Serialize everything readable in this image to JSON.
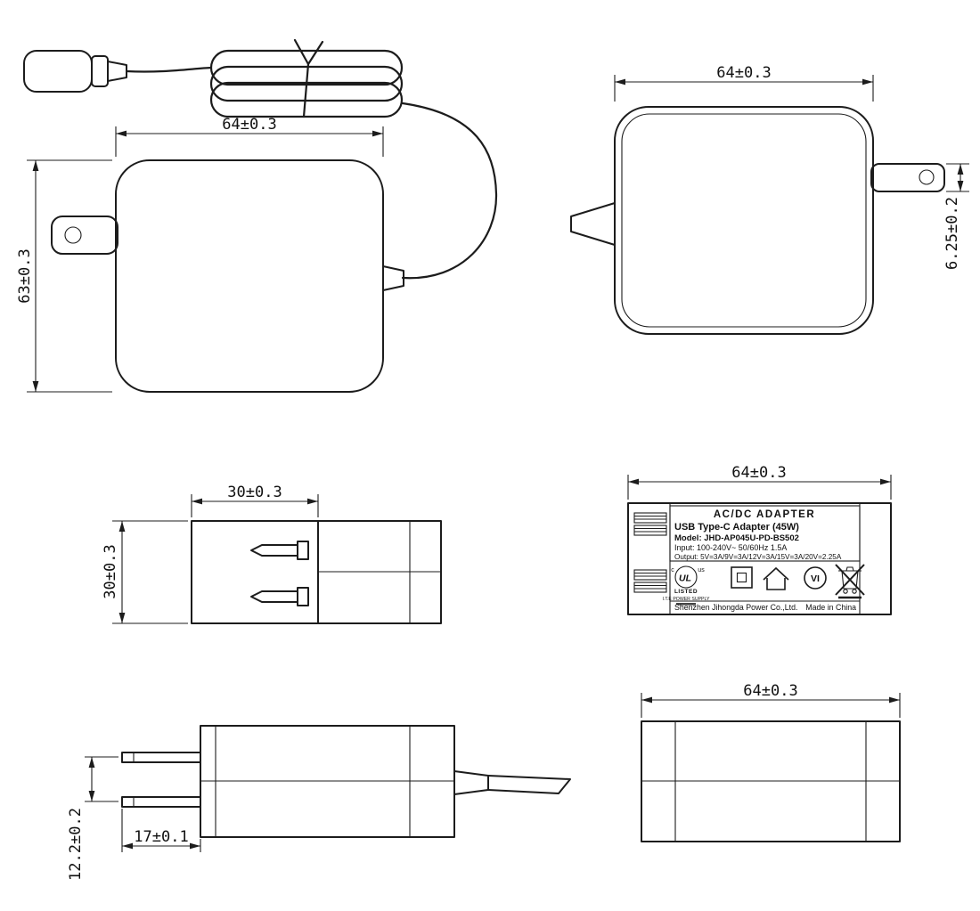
{
  "drawing": {
    "dims": {
      "front_width": "64±0.3",
      "front_height": "63±0.3",
      "back_width": "64±0.3",
      "prong_thickness": "6.25±0.2",
      "plug_face_width": "30±0.3",
      "plug_face_height": "30±0.3",
      "label_view_width": "64±0.3",
      "prong_pitch": "12.2±0.2",
      "prong_length": "17±0.1",
      "side_view_width": "64±0.3"
    },
    "label": {
      "title": "AC/DC  ADAPTER",
      "subtitle": "USB Type-C Adapter (45W)",
      "model": "Model: JHD-AP045U-PD-BS502",
      "input": "Input: 100-240V~  50/60Hz  1.5A",
      "output": "Output: 5V=3A/9V=3A/12V=3A/15V=3A/20V=2.25A",
      "ul_c": "c",
      "ul_mark": "UL",
      "ul_us": "us",
      "ul_listed": "LISTED",
      "ul_ite": "I.T.E POWER SUPPLY",
      "efficiency_mark": "VI",
      "company": "Shenzhen Jihongda Power Co.,Ltd.",
      "origin": "Made in China"
    }
  }
}
